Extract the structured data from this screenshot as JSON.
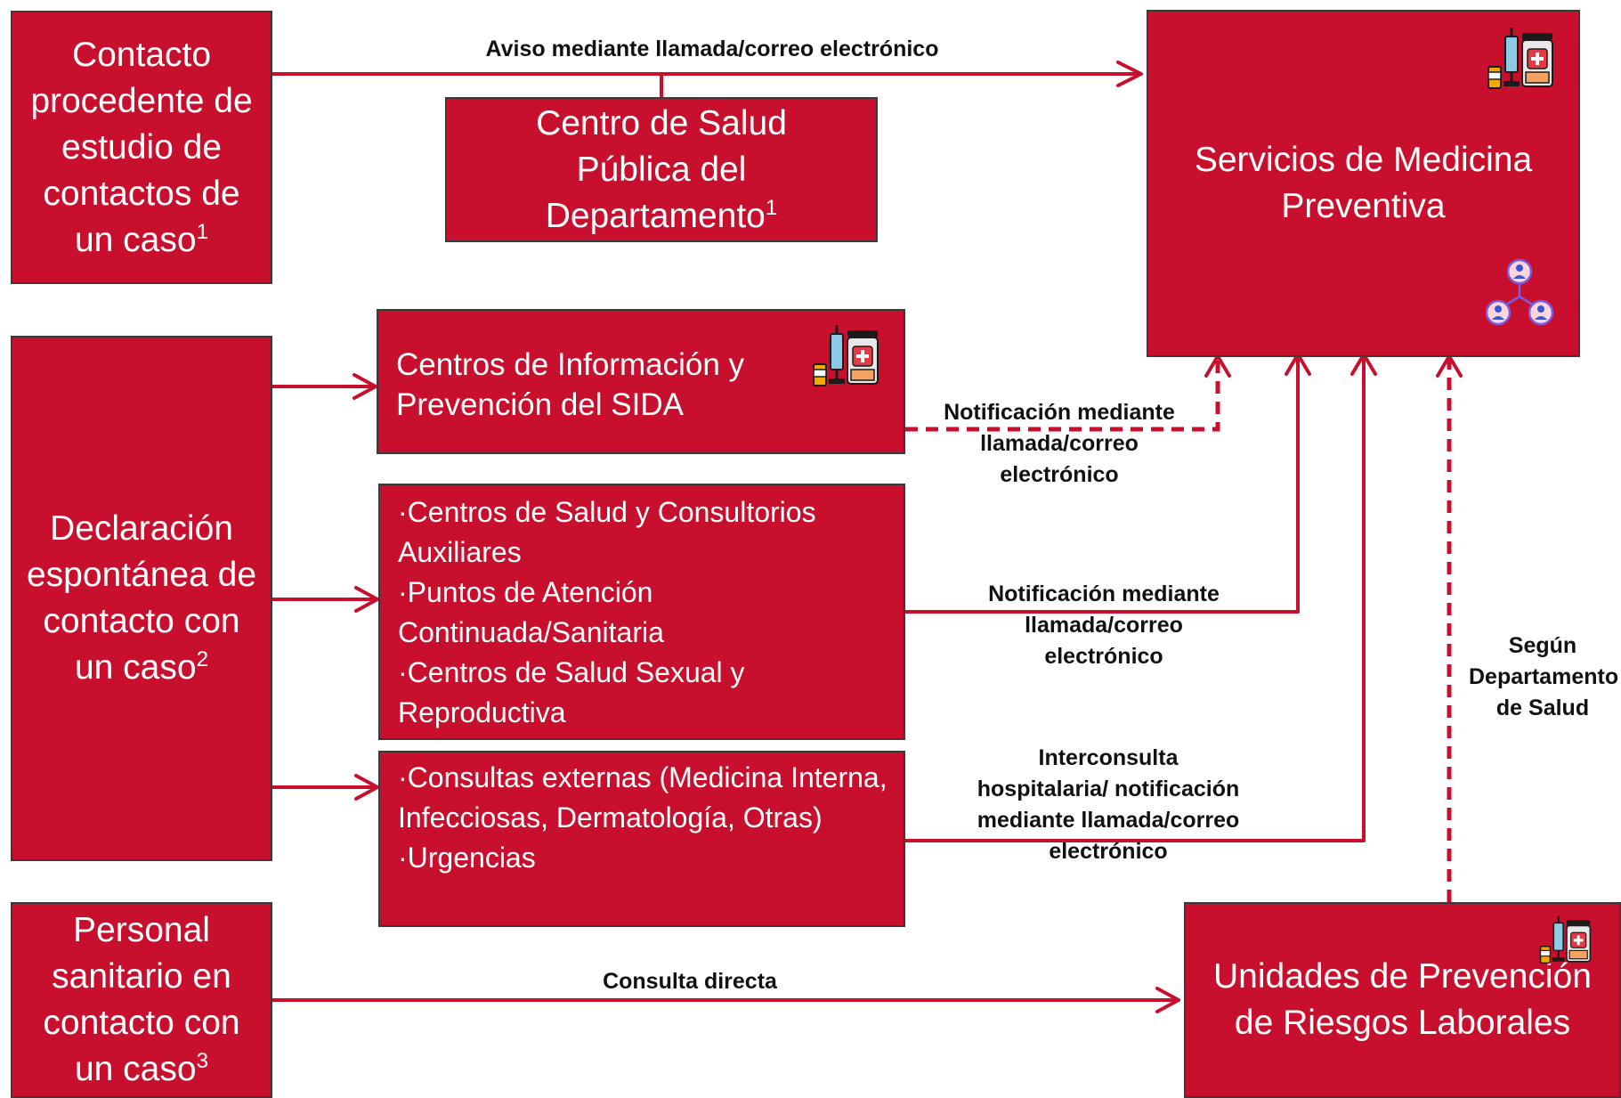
{
  "boxes": {
    "contacto_estudio": {
      "text": "Contacto procedente de estudio de contactos de un caso",
      "sup": "1"
    },
    "centro_salud_publica": {
      "text": "Centro de Salud Pública del Departamento",
      "sup": "1"
    },
    "servicios_medicina": {
      "text": "Servicios de Medicina Preventiva"
    },
    "declaracion": {
      "text": "Declaración espontánea de contacto con un caso",
      "sup": "2"
    },
    "cips": {
      "text": "Centros de Información y Prevención del SIDA"
    },
    "centros_salud": {
      "lines": [
        "·Centros de Salud y Consultorios Auxiliares",
        "·Puntos de Atención Continuada/Sanitaria",
        "·Centros de Salud Sexual y Reproductiva"
      ]
    },
    "consultas": {
      "lines": [
        "·Consultas externas (Medicina Interna, Infecciosas, Dermatología, Otras)",
        "·Urgencias"
      ]
    },
    "personal_sanitario": {
      "text": "Personal sanitario en contacto con un caso",
      "sup": "3"
    },
    "unidades_prevencion": {
      "text": "Unidades de Prevención de Riesgos Laborales"
    }
  },
  "labels": {
    "aviso": "Aviso mediante llamada/correo electrónico",
    "notif_cips": "Notificación mediante llamada/correo electrónico",
    "notif_centros": "Notificación mediante llamada/correo electrónico",
    "interconsulta": "Interconsulta hospitalaria/ notificación mediante llamada/correo electrónico",
    "consulta_directa": "Consulta directa",
    "segun": "Según Departamento de Salud"
  },
  "icons": [
    "vaccine-medicine-icon",
    "people-network-icon"
  ],
  "colors": {
    "box_fill": "#c8102e",
    "box_border": "#3a3a3a",
    "arrow": "#c8102e",
    "box_text": "#ffffff",
    "label_text": "#111111"
  }
}
